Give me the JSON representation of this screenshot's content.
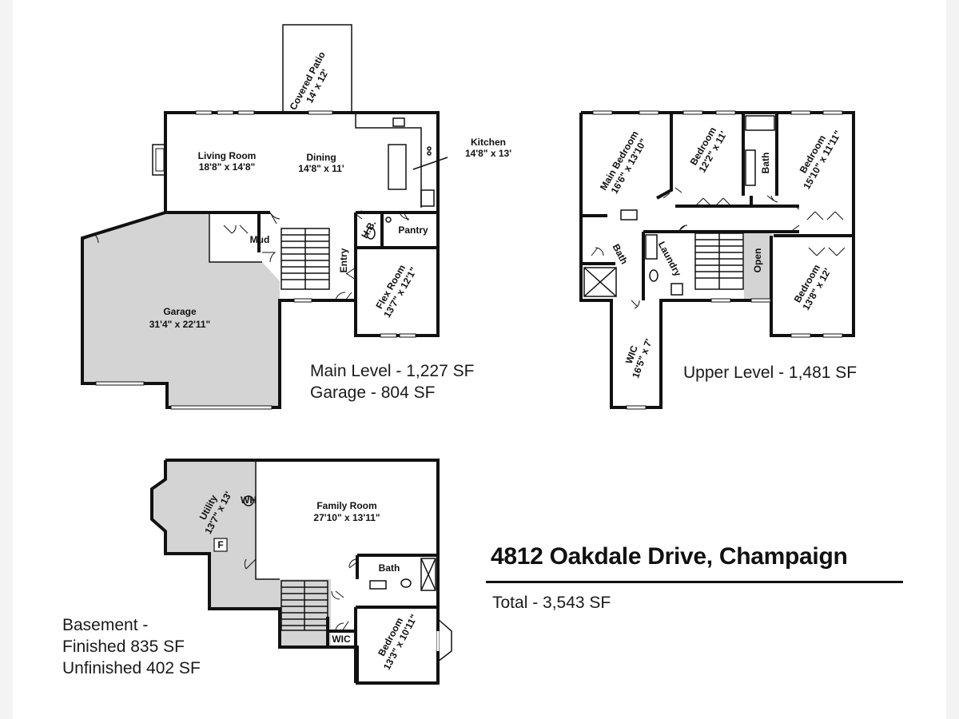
{
  "title": "4812 Oakdale Drive, Champaign",
  "total": "Total - 3,543 SF",
  "main_level": {
    "summary_line1": "Main Level - 1,227 SF",
    "summary_line2": "Garage - 804 SF",
    "rooms": {
      "covered_patio": {
        "name": "Covered Patio",
        "dims": "14' x 12'"
      },
      "living_room": {
        "name": "Living Room",
        "dims": "18'8\" x 14'8\""
      },
      "dining": {
        "name": "Dining",
        "dims": "14'8\" x 11'"
      },
      "kitchen": {
        "name": "Kitchen",
        "dims": "14'8\" x 13'"
      },
      "mud": {
        "name": "Mud"
      },
      "hb": {
        "name": "H.B."
      },
      "pantry": {
        "name": "Pantry"
      },
      "entry": {
        "name": "Entry"
      },
      "flex_room": {
        "name": "Flex Room",
        "dims": "13'7\" x 12'1\""
      },
      "garage": {
        "name": "Garage",
        "dims": "31'4\" x 22'11\""
      }
    }
  },
  "upper_level": {
    "summary": "Upper Level - 1,481 SF",
    "rooms": {
      "main_bedroom": {
        "name": "Main Bedroom",
        "dims": "16'6\" x 13'10\""
      },
      "bedroom_1": {
        "name": "Bedroom",
        "dims": "12'2\" x 11'"
      },
      "bath_1": {
        "name": "Bath"
      },
      "bedroom_2": {
        "name": "Bedroom",
        "dims": "15'10\" x 11'11\""
      },
      "bath_2": {
        "name": "Bath"
      },
      "laundry": {
        "name": "Laundry"
      },
      "open": {
        "name": "Open"
      },
      "bedroom_3": {
        "name": "Bedroom",
        "dims": "13'8\" x 12'"
      },
      "wic": {
        "name": "WIC",
        "dims": "16'5\" x 7'"
      }
    }
  },
  "basement": {
    "summary_line1": "Basement -",
    "summary_line2": "Finished 835 SF",
    "summary_line3": "Unfinished 402 SF",
    "rooms": {
      "utility": {
        "name": "Utility",
        "dims": "13'7\" x 13'"
      },
      "wh": {
        "name": "WH"
      },
      "f": {
        "name": "F"
      },
      "family_room": {
        "name": "Family Room",
        "dims": "27'10\" x 13'11\""
      },
      "bath": {
        "name": "Bath"
      },
      "wic": {
        "name": "WIC"
      },
      "bedroom": {
        "name": "Bedroom",
        "dims": "13'3\" x 10'11\""
      }
    }
  }
}
